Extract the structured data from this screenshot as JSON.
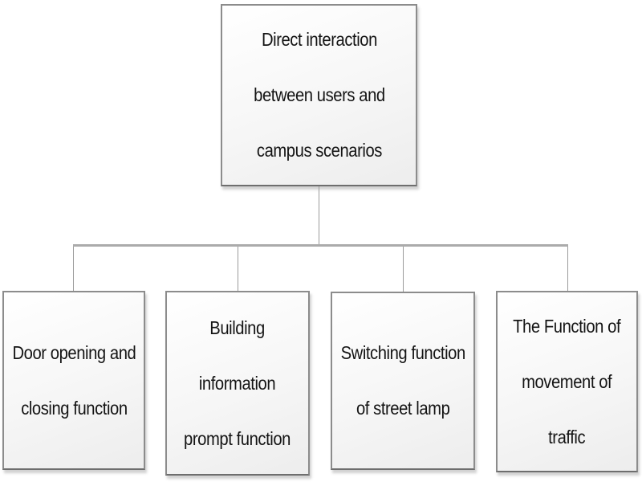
{
  "diagram": {
    "title": "Direct interaction between users and campus scenarios - function hierarchy",
    "type": "hierarchy-chart",
    "root": {
      "id": "root",
      "label": "Direct interaction\nbetween users and\ncampus scenarios"
    },
    "children": [
      {
        "id": "door-function",
        "label": "Door opening and\nclosing function"
      },
      {
        "id": "building-info",
        "label": "Building\ninformation\nprompt function"
      },
      {
        "id": "street-lamp",
        "label": "Switching function\nof street lamp"
      },
      {
        "id": "traffic-movement",
        "label": "The Function of\nmovement of\ntraffic"
      }
    ],
    "colors": {
      "node_fill_top": "#ffffff",
      "node_fill_bottom": "#ededed",
      "node_border": "#8c8c8c",
      "connector_line": "#9c9c9c",
      "connector_rail": "#ababab",
      "text": "#141414",
      "background": "#ffffff"
    }
  }
}
